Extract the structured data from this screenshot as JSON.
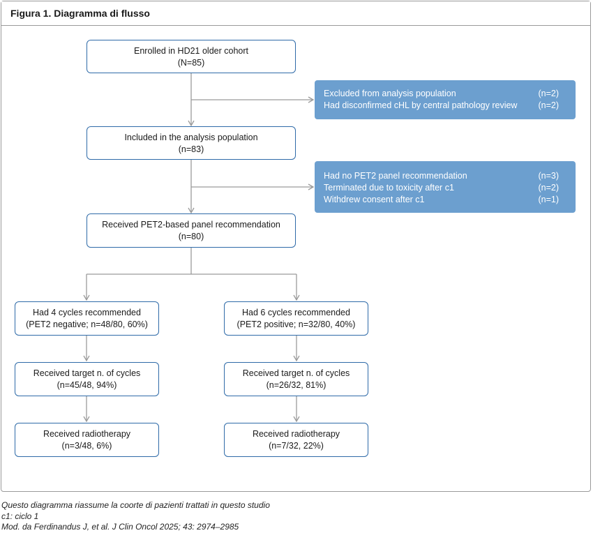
{
  "figure_title": "Figura 1. Diagramma di flusso",
  "boxes": {
    "enrolled": {
      "line1": "Enrolled in HD21 older cohort",
      "line2": "(N=85)"
    },
    "included": {
      "line1": "Included in the analysis population",
      "line2": "(n=83)"
    },
    "received_panel": {
      "line1": "Received PET2-based panel recommendation",
      "line2": "(n=80)"
    },
    "four_cycles": {
      "line1": "Had 4 cycles recommended",
      "line2": "(PET2 negative; n=48/80, 60%)"
    },
    "six_cycles": {
      "line1": "Had 6 cycles recommended",
      "line2": "(PET2 positive; n=32/80, 40%)"
    },
    "target_left": {
      "line1": "Received target n. of cycles",
      "line2": "(n=45/48, 94%)"
    },
    "target_right": {
      "line1": "Received target n. of cycles",
      "line2": "(n=26/32, 81%)"
    },
    "radio_left": {
      "line1": "Received radiotherapy",
      "line2": "(n=3/48, 6%)"
    },
    "radio_right": {
      "line1": "Received radiotherapy",
      "line2": "(n=7/32, 22%)"
    }
  },
  "exclusions_1": [
    {
      "label": "Excluded from analysis population",
      "count": "(n=2)"
    },
    {
      "label": "Had disconfirmed cHL by central pathology review",
      "count": "(n=2)"
    }
  ],
  "exclusions_2": [
    {
      "label": "Had no PET2 panel recommendation",
      "count": "(n=3)"
    },
    {
      "label": "Terminated due to toxicity after c1",
      "count": "(n=2)"
    },
    {
      "label": "Withdrew consent after c1",
      "count": "(n=1)"
    }
  ],
  "footnotes": [
    "Questo diagramma riassume la coorte di pazienti trattati in questo studio",
    "c1: ciclo 1",
    "Mod. da Ferdinandus J, et al. J Clin Oncol 2025; 43: 2974–2985"
  ],
  "colors": {
    "box_border": "#2e6aa8",
    "exclusion_fill": "#6c9fcf",
    "arrow": "#9a9a9a"
  }
}
